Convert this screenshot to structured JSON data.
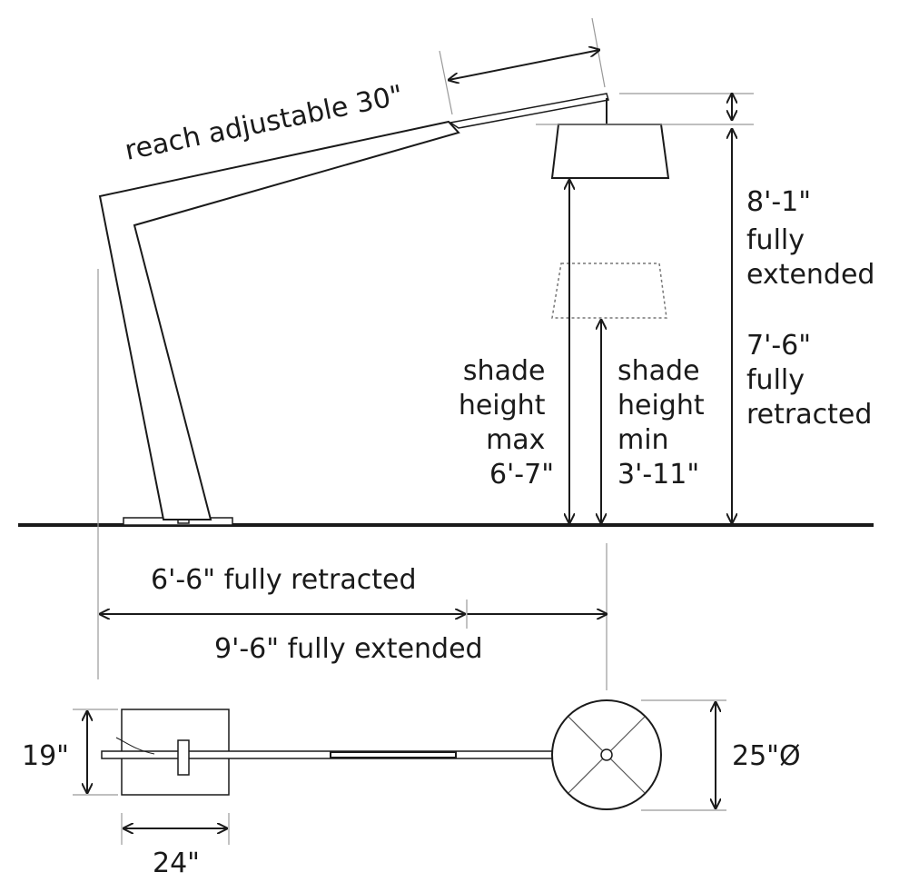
{
  "labels": {
    "reach": "reach adjustable 30\"",
    "overall_extended": [
      "8'-1\"",
      "fully",
      "extended"
    ],
    "overall_retracted": [
      "7'-6\"",
      "fully",
      "retracted"
    ],
    "shade_max": [
      "shade",
      "height",
      "max",
      "6'-7\""
    ],
    "shade_min": [
      "shade",
      "height",
      "min",
      "3'-11\""
    ],
    "horiz_retracted": "6'-6\" fully retracted",
    "horiz_extended": "9'-6\" fully extended",
    "base_depth": "19\"",
    "base_width": "24\"",
    "shade_diameter": "25\"Ø"
  }
}
